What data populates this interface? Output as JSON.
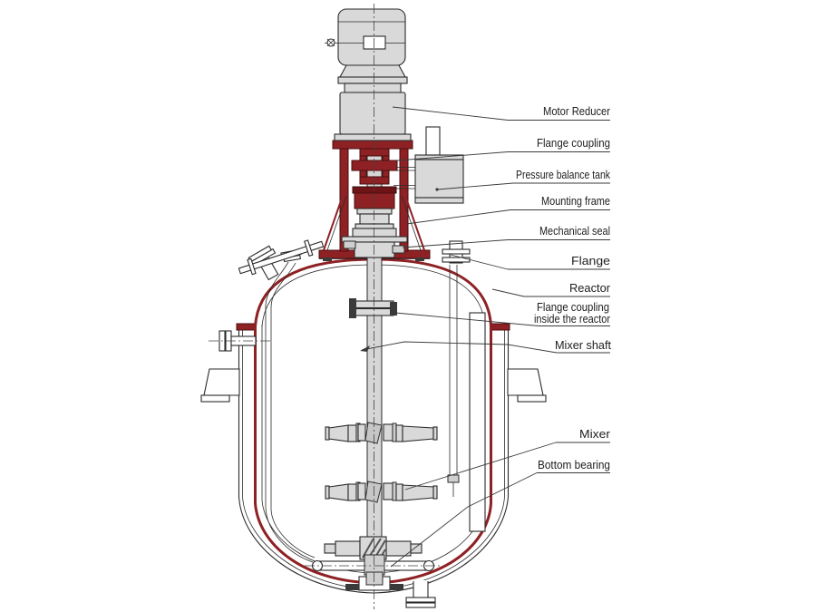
{
  "diagram": {
    "labels": [
      {
        "text": "Motor Reducer"
      },
      {
        "text": "Flange coupling"
      },
      {
        "text": "Pressure balance tank"
      },
      {
        "text": "Mounting frame"
      },
      {
        "text": "Mechanical seal"
      },
      {
        "text": "Flange"
      },
      {
        "text": "Reactor"
      },
      {
        "line1": "Flange coupling",
        "line2": "inside the reactor"
      },
      {
        "text": "Mixer shaft"
      },
      {
        "text": "Mixer"
      },
      {
        "text": "Bottom bearing"
      }
    ],
    "colors": {
      "accent_red": "#8e2124",
      "line_black": "#2b2b2b",
      "fill_gray": "#d9d9d9"
    }
  }
}
